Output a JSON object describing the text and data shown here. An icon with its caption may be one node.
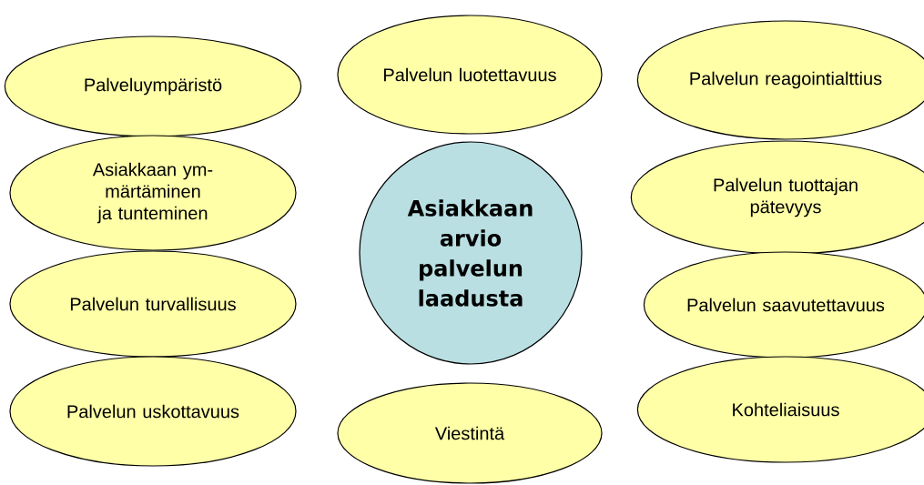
{
  "diagram": {
    "nodes": [
      {
        "text": [
          "Palveluympäristö"
        ]
      },
      {
        "text": [
          "Palvelun luotettavuus"
        ]
      },
      {
        "text": [
          "Palvelun reagointialttius"
        ]
      },
      {
        "text": [
          "Asiakkaan ym- märtäminen ja tunteminen"
        ]
      },
      {
        "text": [
          "Asiakkaan arvio palvelun laadusta"
        ]
      },
      {
        "text": [
          "Palvelun tuottajan pätevyys"
        ]
      },
      {
        "text": [
          "Palvelun turvallisuus"
        ]
      },
      {
        "text": [
          "Palvelun saavutettavuus"
        ]
      },
      {
        "text": [
          "Palvelun uskottavuus"
        ]
      },
      {
        "text": [
          "Viestintä"
        ]
      },
      {
        "text": [
          "Kohteliaisuus"
        ]
      }
    ]
  }
}
